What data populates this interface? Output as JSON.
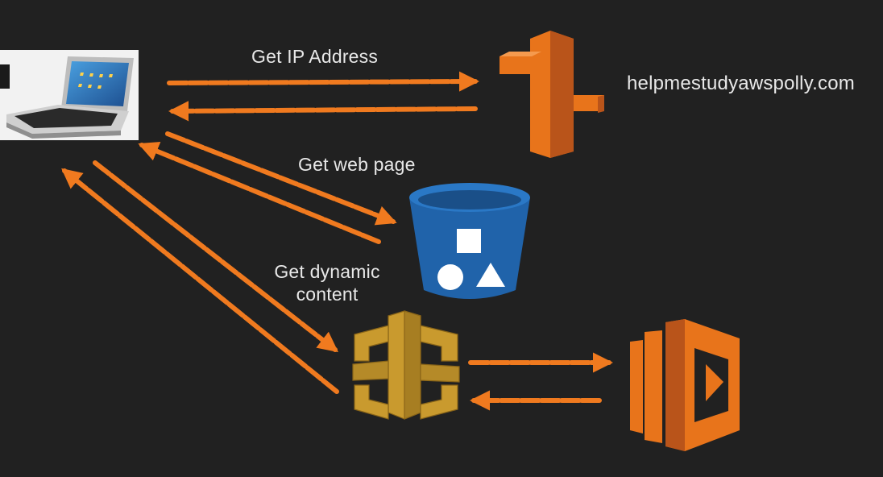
{
  "labels": {
    "get_ip_address": "Get IP Address",
    "get_web_page": "Get web page",
    "get_dynamic_content": "Get dynamic content",
    "domain": "helpmestudyawspolly.com"
  },
  "colors": {
    "background": "#212121",
    "arrow": "#f07a1f",
    "route53": "#e8741b",
    "s3": "#2063aa",
    "api_gateway": "#c99a2e",
    "lambda": "#e8741b",
    "text": "#e8e8e8"
  },
  "icons": {
    "client": "laptop-icon",
    "dns": "route53-icon",
    "storage": "s3-bucket-icon",
    "api": "api-gateway-icon",
    "compute": "lambda-icon"
  }
}
